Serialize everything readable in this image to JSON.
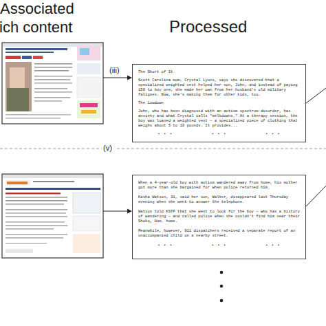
{
  "diagram": {
    "nodes": [
      {
        "text": [
          "The Short of It",
          "Scott Carolina mom, Crystal Lyons, says she discovered that a specialized weighted vest helped her son, John, and instead of paying 150 to buy one, she made her own from her husband's old military fatigues. Now, she's making them for other kids, too.",
          "The Lowdown",
          "John, who has been diagnosed with an autism spectrum disorder, has anxiety and what Crystal calls \"meltdowns.\" At a therapy session, the boy was loaned a weighted vest — a specialized piece of clothing that weighs about 5 to 10 pounds. It provides...",
          "• • •",
          "• • •",
          "• • •"
        ]
      },
      {
        "text": [
          "When a 4-year-old boy with autism wandered away from home, his mother got more than she bargained for when police returned him.",
          "Kasha Watson, 31, said her son, Walter, disappeared last Thursday evening when she went to answer the telephone.",
          "Watson told KSTP that she went to look for the boy — who has a history of wandering — and called police when she couldn't find him near their Shoko, Hom. home.",
          "Meanwhile, however, 911 dispatchers received a separate report of an unaccompanied child on a nearby street.",
          "• • •",
          "• • •",
          "• • •"
        ]
      }
    ],
    "labels": [
      "Associated",
      "ich content",
      "Processed",
      "(iii)",
      "(v)"
    ]
  }
}
